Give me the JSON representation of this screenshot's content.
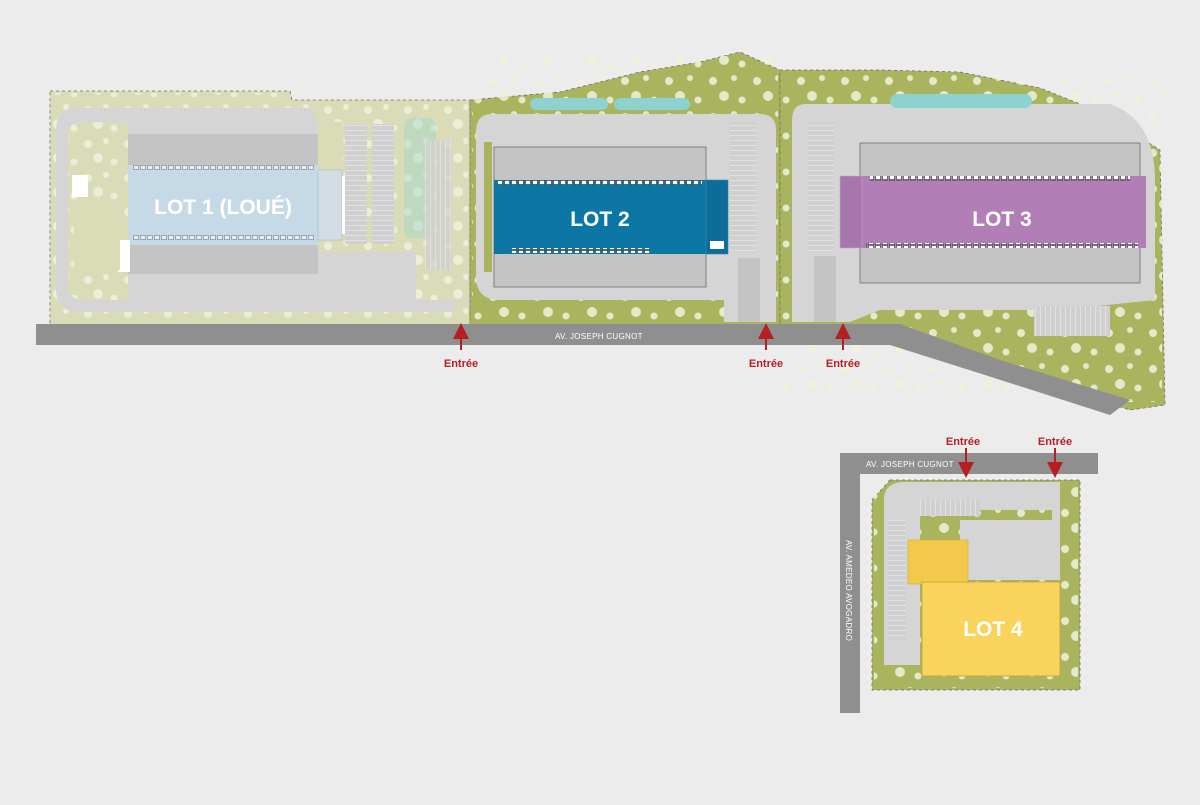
{
  "colors": {
    "background": "#ececec",
    "green": "#aab35d",
    "pale_green": "#d9dcb6",
    "pale_green_tree": "#eef0dc",
    "tree": "#eff2dd",
    "road": "#8f8f8f",
    "pavement": "#d5d5d5",
    "building_grey": "#b9b9b9",
    "water": "#8ed2cf",
    "lot1": "#c6d9e6",
    "lot2": "#0c76a5",
    "lot3": "#b17fb5",
    "lot4": "#f9d35c",
    "entrance_red": "#b51f24"
  },
  "lots": [
    {
      "id": "lot1",
      "label": "LOT 1 (LOUÉ)",
      "status": "leased",
      "color": "#c6d9e6"
    },
    {
      "id": "lot2",
      "label": "LOT 2",
      "color": "#0c76a5"
    },
    {
      "id": "lot3",
      "label": "LOT 3",
      "color": "#b17fb5"
    },
    {
      "id": "lot4",
      "label": "LOT 4",
      "color": "#f9d35c"
    }
  ],
  "roads": [
    {
      "id": "cugnot-main",
      "label": "AV. JOSEPH CUGNOT"
    },
    {
      "id": "cugnot-lot4",
      "label": "AV. JOSEPH CUGNOT"
    },
    {
      "id": "avogadro",
      "label": "AV. AMEDEO AVOGADRO"
    }
  ],
  "entrances": [
    {
      "id": "entrance-lot1",
      "label": "Entrée"
    },
    {
      "id": "entrance-lot2",
      "label": "Entrée"
    },
    {
      "id": "entrance-lot3",
      "label": "Entrée"
    },
    {
      "id": "entrance-lot4-west",
      "label": "Entrée"
    },
    {
      "id": "entrance-lot4-east",
      "label": "Entrée"
    }
  ]
}
